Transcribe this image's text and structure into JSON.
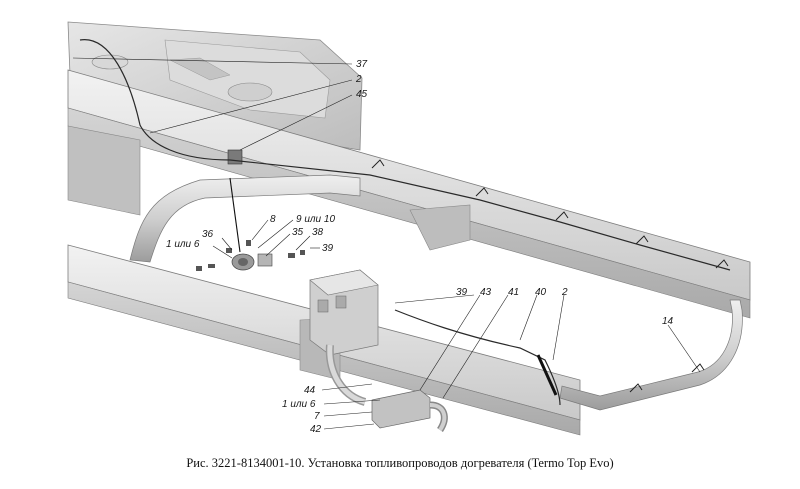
{
  "caption": "Рис. 3221-8134001-10. Установка топливопроводов догревателя (Termo Top Evo)",
  "callouts": {
    "c37": "37",
    "c2_top": "2",
    "c45": "45",
    "c8": "8",
    "c9or10": "9 или 10",
    "c36": "36",
    "c35": "35",
    "c38": "38",
    "c1or6_top": "1 или 6",
    "c39_right": "39",
    "c39_mid": "39",
    "c43": "43",
    "c41": "41",
    "c40": "40",
    "c2_mid": "2",
    "c14": "14",
    "c44": "44",
    "c1or6_bottom": "1 или 6",
    "c7": "7",
    "c42": "42"
  }
}
